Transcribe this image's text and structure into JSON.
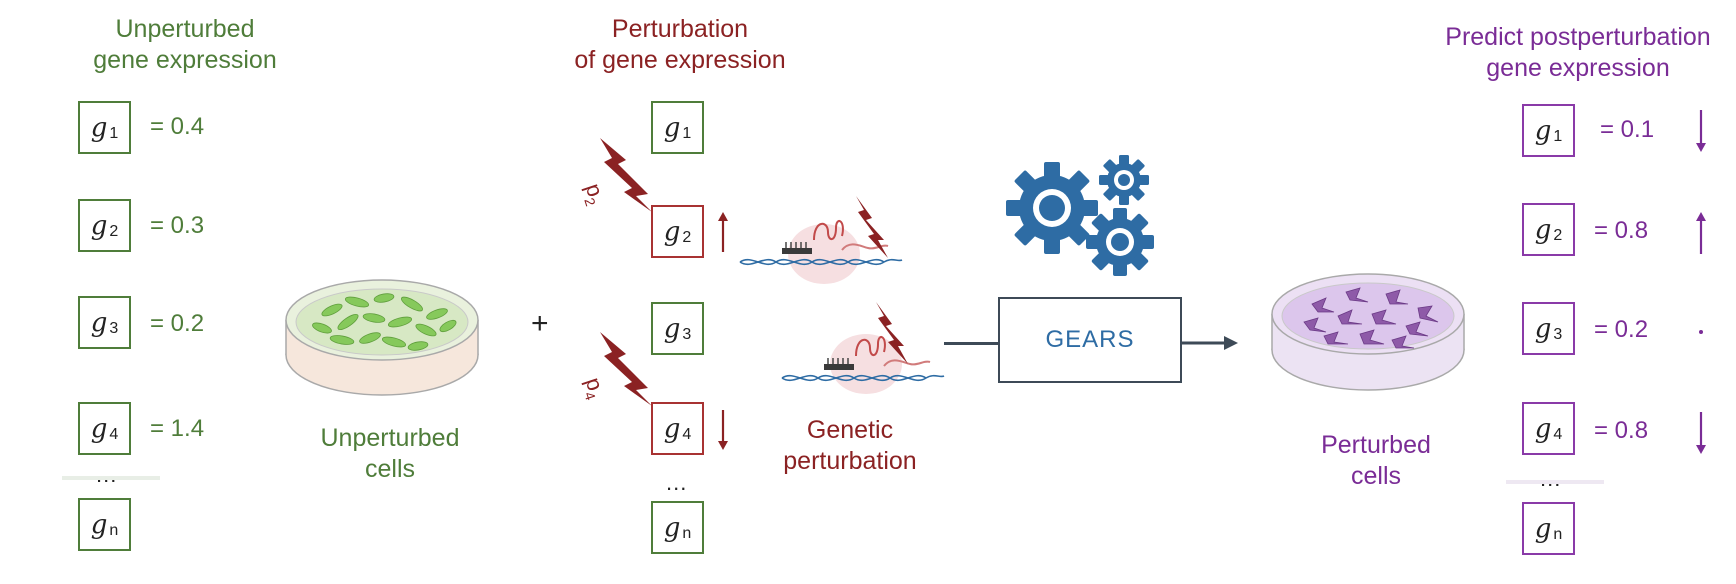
{
  "unperturbed": {
    "heading_line1": "Unperturbed",
    "heading_line2": "gene expression",
    "caption_line1": "Unperturbed",
    "caption_line2": "cells",
    "color": "#4f7d3a",
    "genes": [
      {
        "symbol": "g",
        "sub": "1",
        "value": "= 0.4"
      },
      {
        "symbol": "g",
        "sub": "2",
        "value": "= 0.3"
      },
      {
        "symbol": "g",
        "sub": "3",
        "value": "= 0.2"
      },
      {
        "symbol": "g",
        "sub": "4",
        "value": "= 1.4"
      }
    ],
    "ellipsis": "...",
    "last_gene": {
      "symbol": "g",
      "sub": "n"
    }
  },
  "plus_sign": "+",
  "perturbation": {
    "heading_line1": "Perturbation",
    "heading_line2": "of gene expression",
    "color": "#8b2223",
    "genes": [
      {
        "symbol": "g",
        "sub": "1"
      },
      {
        "symbol": "g",
        "sub": "2",
        "perturbed": true,
        "direction": "up",
        "agent": "p",
        "agent_sub": "2"
      },
      {
        "symbol": "g",
        "sub": "3"
      },
      {
        "symbol": "g",
        "sub": "4",
        "perturbed": true,
        "direction": "down",
        "agent": "p",
        "agent_sub": "4"
      }
    ],
    "ellipsis": "...",
    "last_gene": {
      "symbol": "g",
      "sub": "n"
    },
    "caption_line1": "Genetic",
    "caption_line2": "perturbation"
  },
  "model": {
    "label": "GEARS",
    "icon": "gears-icon",
    "color": "#2e6ca4"
  },
  "prediction": {
    "heading_line1": "Predict postperturbation",
    "heading_line2": "gene expression",
    "caption_line1": "Perturbed",
    "caption_line2": "cells",
    "color": "#7a2c96",
    "genes": [
      {
        "symbol": "g",
        "sub": "1",
        "value": "= 0.1",
        "direction": "down"
      },
      {
        "symbol": "g",
        "sub": "2",
        "value": "= 0.8",
        "direction": "up"
      },
      {
        "symbol": "g",
        "sub": "3",
        "value": "= 0.2",
        "direction": "none"
      },
      {
        "symbol": "g",
        "sub": "4",
        "value": "= 0.8",
        "direction": "down"
      }
    ],
    "ellipsis": "...",
    "last_gene": {
      "symbol": "g",
      "sub": "n"
    }
  }
}
